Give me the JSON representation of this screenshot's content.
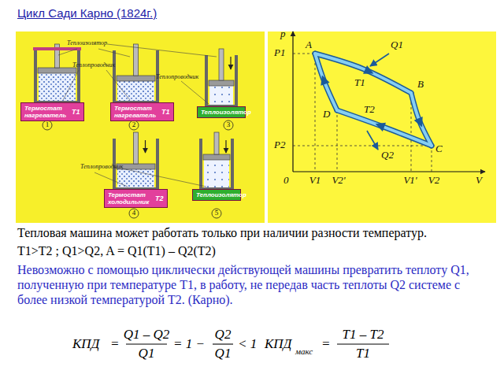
{
  "diagram": {
    "title": "Цикл Сади Карно (1824г.)",
    "nodes": [
      {
        "text": [
          "Термостат нагреватель",
          "T1"
        ]
      },
      {
        "text": [
          "Термостат нагреватель",
          "T1"
        ]
      },
      {
        "text": [
          "Теплоизолятор"
        ]
      },
      {
        "text": [
          "Термостат холодильник",
          "T2"
        ]
      },
      {
        "text": [
          "Теплоизолятор"
        ]
      }
    ],
    "labels": [
      "Теплоизолятор",
      "Теплопроводник",
      "Теплопроводник",
      "1",
      "2",
      "3",
      "Теплопроводник",
      "4",
      "5",
      "p",
      "P1",
      "P2",
      "0",
      "V1",
      "V2'",
      "V1'",
      "V2",
      "V",
      "A",
      "B",
      "C",
      "D",
      "Q1",
      "T1",
      "T2",
      "Q2",
      "Тепловая машина может работать только при наличии разности температур.",
      "T1>T2 ; Q1>Q2, A = Q1(T1) – Q2(T2)",
      "Невозможно с помощью циклически действующей машины превратить теплоту Q1, полученную при температуре T1, в работу, не передав часть теплоты Q2 системе с более низкой температурой T2. (Карно).",
      "КПД",
      "=",
      "Q1 – Q2",
      "Q1",
      "= 1 −",
      "Q2",
      "Q1",
      "< 1",
      "КПД",
      "макс",
      "=",
      "T1 – T2",
      "T1"
    ]
  }
}
